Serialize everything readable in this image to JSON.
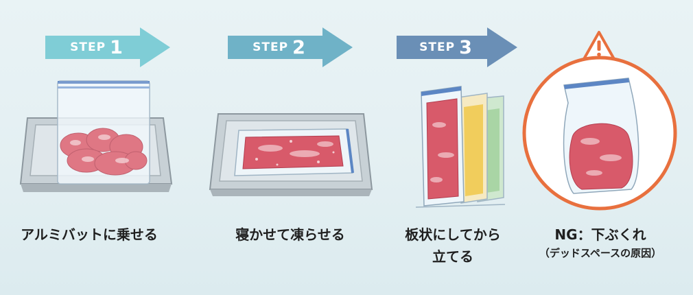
{
  "steps": [
    {
      "word": "STEP",
      "num": "1",
      "caption": "アルミバットに乗せる"
    },
    {
      "word": "STEP",
      "num": "2",
      "caption": "寝かせて凍らせる"
    },
    {
      "word": "STEP",
      "num": "3",
      "caption_line1": "板状にしてから",
      "caption_line2": "立てる"
    }
  ],
  "ng": {
    "title": "NG：下ぶくれ",
    "subtitle": "（デッドスペースの原因）",
    "warning_icon": "warning-triangle-icon"
  },
  "colors": {
    "step1": "#7fcdd6",
    "step2": "#6fb2c7",
    "step3": "#6a8fb6",
    "ng_ring": "#e8703e",
    "meat": "#d85a6a"
  }
}
